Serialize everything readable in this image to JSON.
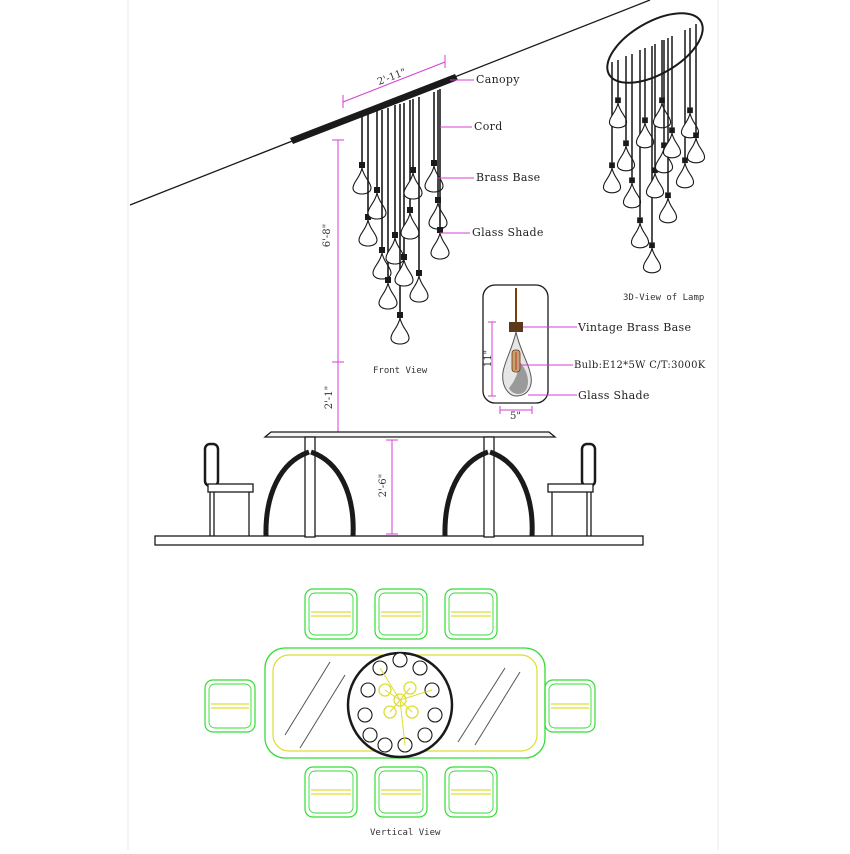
{
  "labels": {
    "canopy": "Canopy",
    "cord": "Cord",
    "brass_base": "Brass Base",
    "glass_shade": "Glass Shade",
    "vintage_brass_base": "Vintage Brass Base",
    "bulb": "Bulb:E12*5W C/T:3000K",
    "glass_shade_detail": "Glass Shade"
  },
  "captions": {
    "front_view": "Front View",
    "view_3d": "3D-View of Lamp",
    "vertical_view": "Vertical View"
  },
  "dimensions": {
    "canopy_width": "2'-11\"",
    "drop_height": "6'-8\"",
    "clearance": "2'-1\"",
    "table_height": "2'-6\"",
    "pendant_height": "11\"",
    "pendant_width": "5\""
  },
  "colors": {
    "line": "#1a1a1a",
    "dimension": "#d63fd6",
    "chair_plan": "#33dd33",
    "table_plan": "#dddd33",
    "label_text": "#222222"
  }
}
